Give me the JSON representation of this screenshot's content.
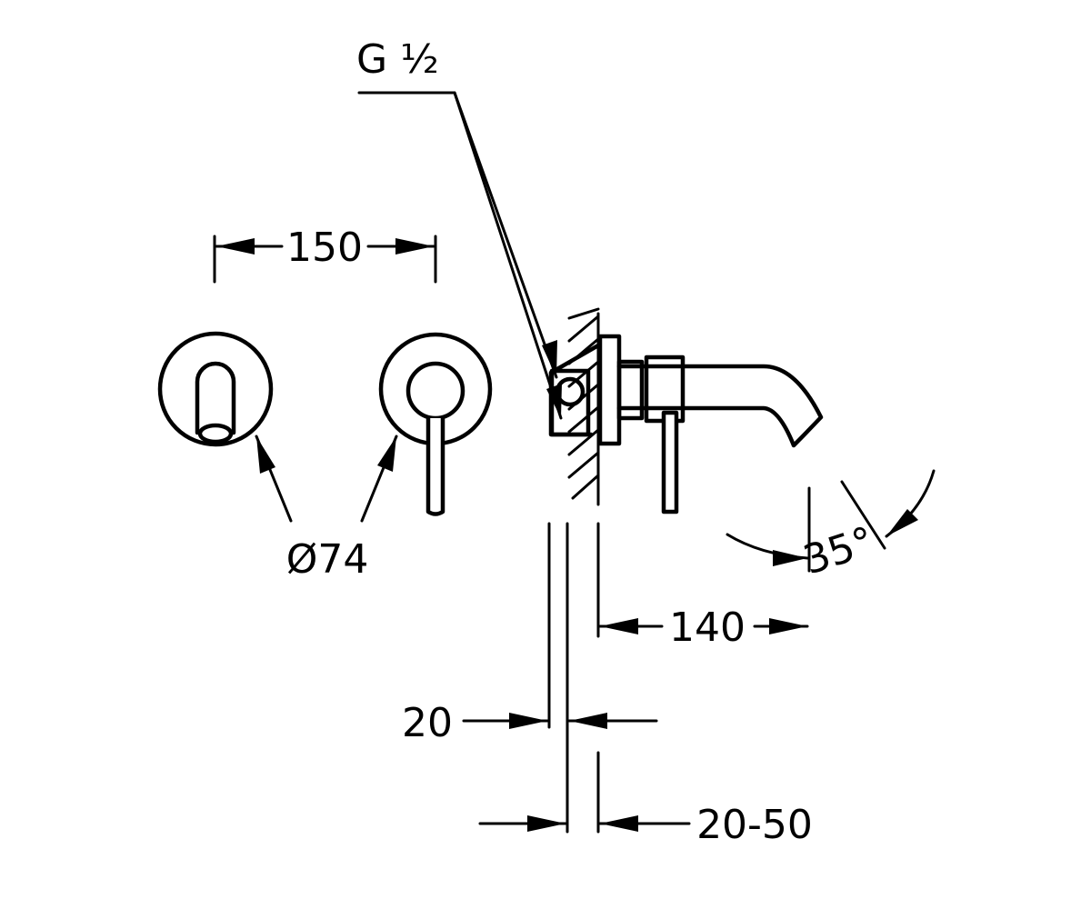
{
  "labels": {
    "thread": "G ½",
    "width_150": "150",
    "diameter": "Ø74",
    "angle": "35°",
    "projection": "140",
    "plate": "20",
    "wall_range": "20-50"
  }
}
